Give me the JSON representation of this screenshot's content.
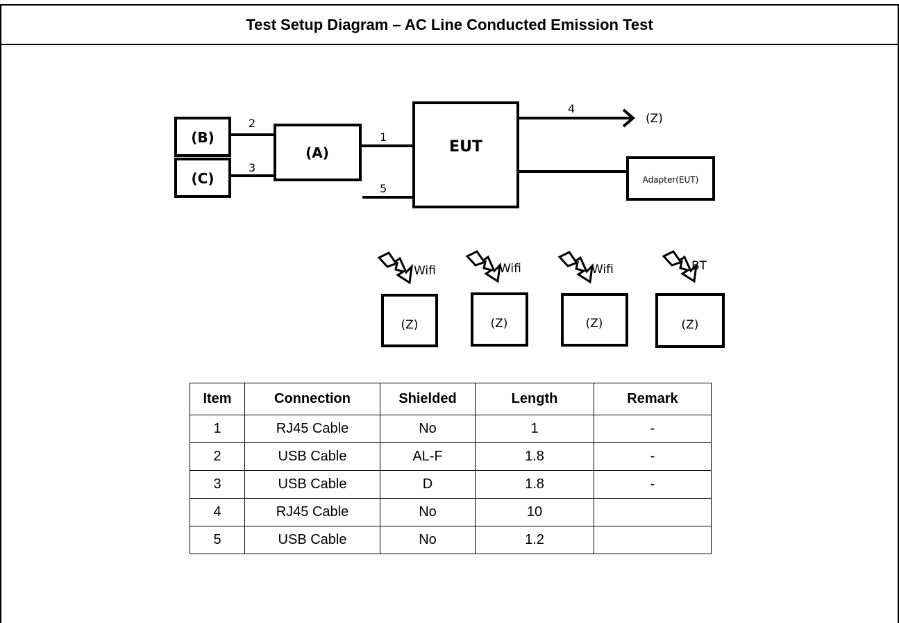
{
  "title": "Test Setup Diagram – AC Line Conducted Emission Test",
  "diagram": {
    "eut_label": "EUT",
    "a_label": "(A)",
    "b_label": "(B)",
    "c_label": "(C)",
    "adapter_label": "Adapter(EUT)",
    "z_arrow_label": "(Z)",
    "line_numbers": [
      "1",
      "2",
      "3",
      "4",
      "5"
    ],
    "wireless": [
      {
        "signal": "Wifi",
        "box_label": "(Z)"
      },
      {
        "signal": "Wifi",
        "box_label": "(Z)"
      },
      {
        "signal": "Wifi",
        "box_label": "(Z)"
      },
      {
        "signal": "BT",
        "box_label": "(Z)"
      }
    ]
  },
  "table": {
    "headers": [
      "Item",
      "Connection",
      "Shielded",
      "Length",
      "Remark"
    ],
    "rows": [
      [
        "1",
        "RJ45 Cable",
        "No",
        "1",
        "-"
      ],
      [
        "2",
        "USB Cable",
        "AL-F",
        "1.8",
        "-"
      ],
      [
        "3",
        "USB Cable",
        "D",
        "1.8",
        "-"
      ],
      [
        "4",
        "RJ45 Cable",
        "No",
        "10",
        ""
      ],
      [
        "5",
        "USB Cable",
        "No",
        "1.2",
        ""
      ]
    ]
  }
}
